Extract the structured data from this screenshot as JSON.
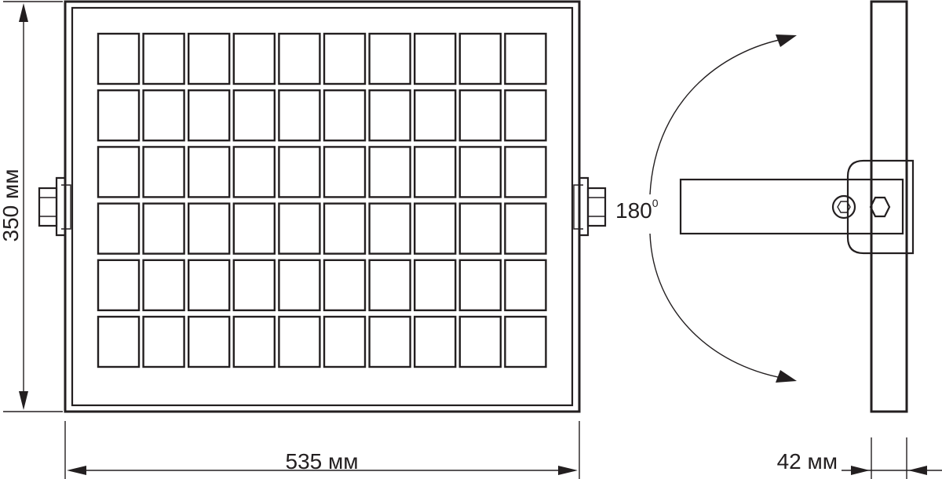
{
  "dimensions": {
    "height_label": "350 мм",
    "width_label": "535 мм",
    "depth_label": "42 мм"
  },
  "rotation": {
    "angle_value": "180",
    "angle_unit": "0"
  },
  "panel": {
    "led_rows": 6,
    "led_cols": 10
  },
  "colors": {
    "line": "#231f20",
    "background": "#ffffff"
  }
}
